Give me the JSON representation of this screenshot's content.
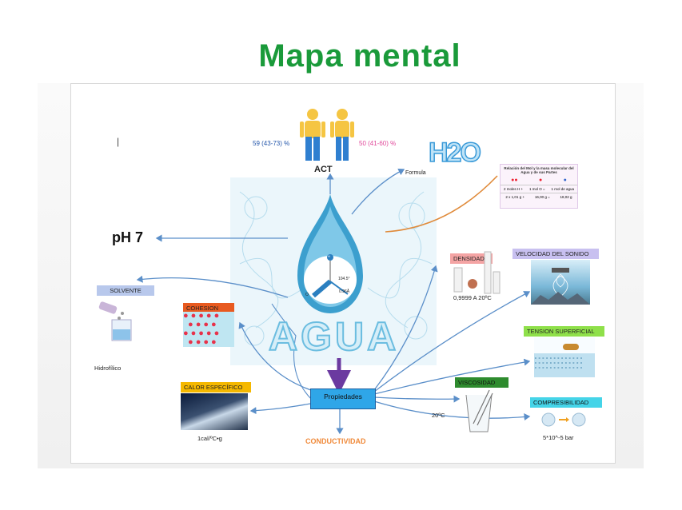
{
  "title": "Mapa mental",
  "center": {
    "word": "AGUA",
    "angle": "104.5°",
    "distance": "0.96Å",
    "atom_h": "H",
    "atom_o": "O"
  },
  "cursor_mark": "|",
  "act": {
    "label": "ACT",
    "male_pct": "59 (43-73) %",
    "female_pct": "50 (41-60) %",
    "male_color": "#2255aa",
    "female_color": "#e0489a"
  },
  "formula": {
    "label": "Formula",
    "value": "H2O"
  },
  "mol_table": {
    "title": "Relación del Mol y la masa molecular del Agua y de sus Partes",
    "rows": [
      [
        "2 moles H +",
        "1 mol O =",
        "1 mol de agua"
      ],
      [
        "2 x 1,01 g +",
        "16,00 g =",
        "18,02 g"
      ]
    ]
  },
  "ph": "pH 7",
  "solvente": {
    "tag": "SOLVENTE",
    "caption": "Hidrofílico"
  },
  "cohesion": {
    "tag": "COHESION"
  },
  "calor": {
    "tag": "CALOR ESPECÍFICO",
    "caption": "1cal/ºC•g"
  },
  "propiedades": "Propiedades",
  "conductividad": "CONDUCTIVIDAD",
  "densidad": {
    "tag": "DENSIDAD",
    "caption": "0,9999 A 20ºC"
  },
  "velocidad": {
    "tag": "VELOCIDAD DEL SONIDO"
  },
  "tension": {
    "tag": "TENSION SUPERFICIAL"
  },
  "viscosidad": {
    "tag": "VISCOSIDAD",
    "caption": "20ºC"
  },
  "compresibilidad": {
    "tag": "COMPRESIBILIDAD",
    "caption": "5*10^-5 bar"
  },
  "colors": {
    "title": "#1a9a3a",
    "arrow": "#5b8fc9",
    "orange": "#e08a3a",
    "purple": "#6b3aa0",
    "cohesion_tag": "#e85a20",
    "calor_tag": "#f5b800",
    "densidad_tag": "#f4a4a4",
    "velocidad_tag": "#c8c0f0",
    "tension_tag": "#8fe04a",
    "viscosidad_tag": "#2e8b2e",
    "compresibilidad_tag": "#45d4e8",
    "solvente_tag": "#b8c8ec",
    "propiedades_box": "#2fa6e8",
    "conductividad": "#f08a3a"
  }
}
